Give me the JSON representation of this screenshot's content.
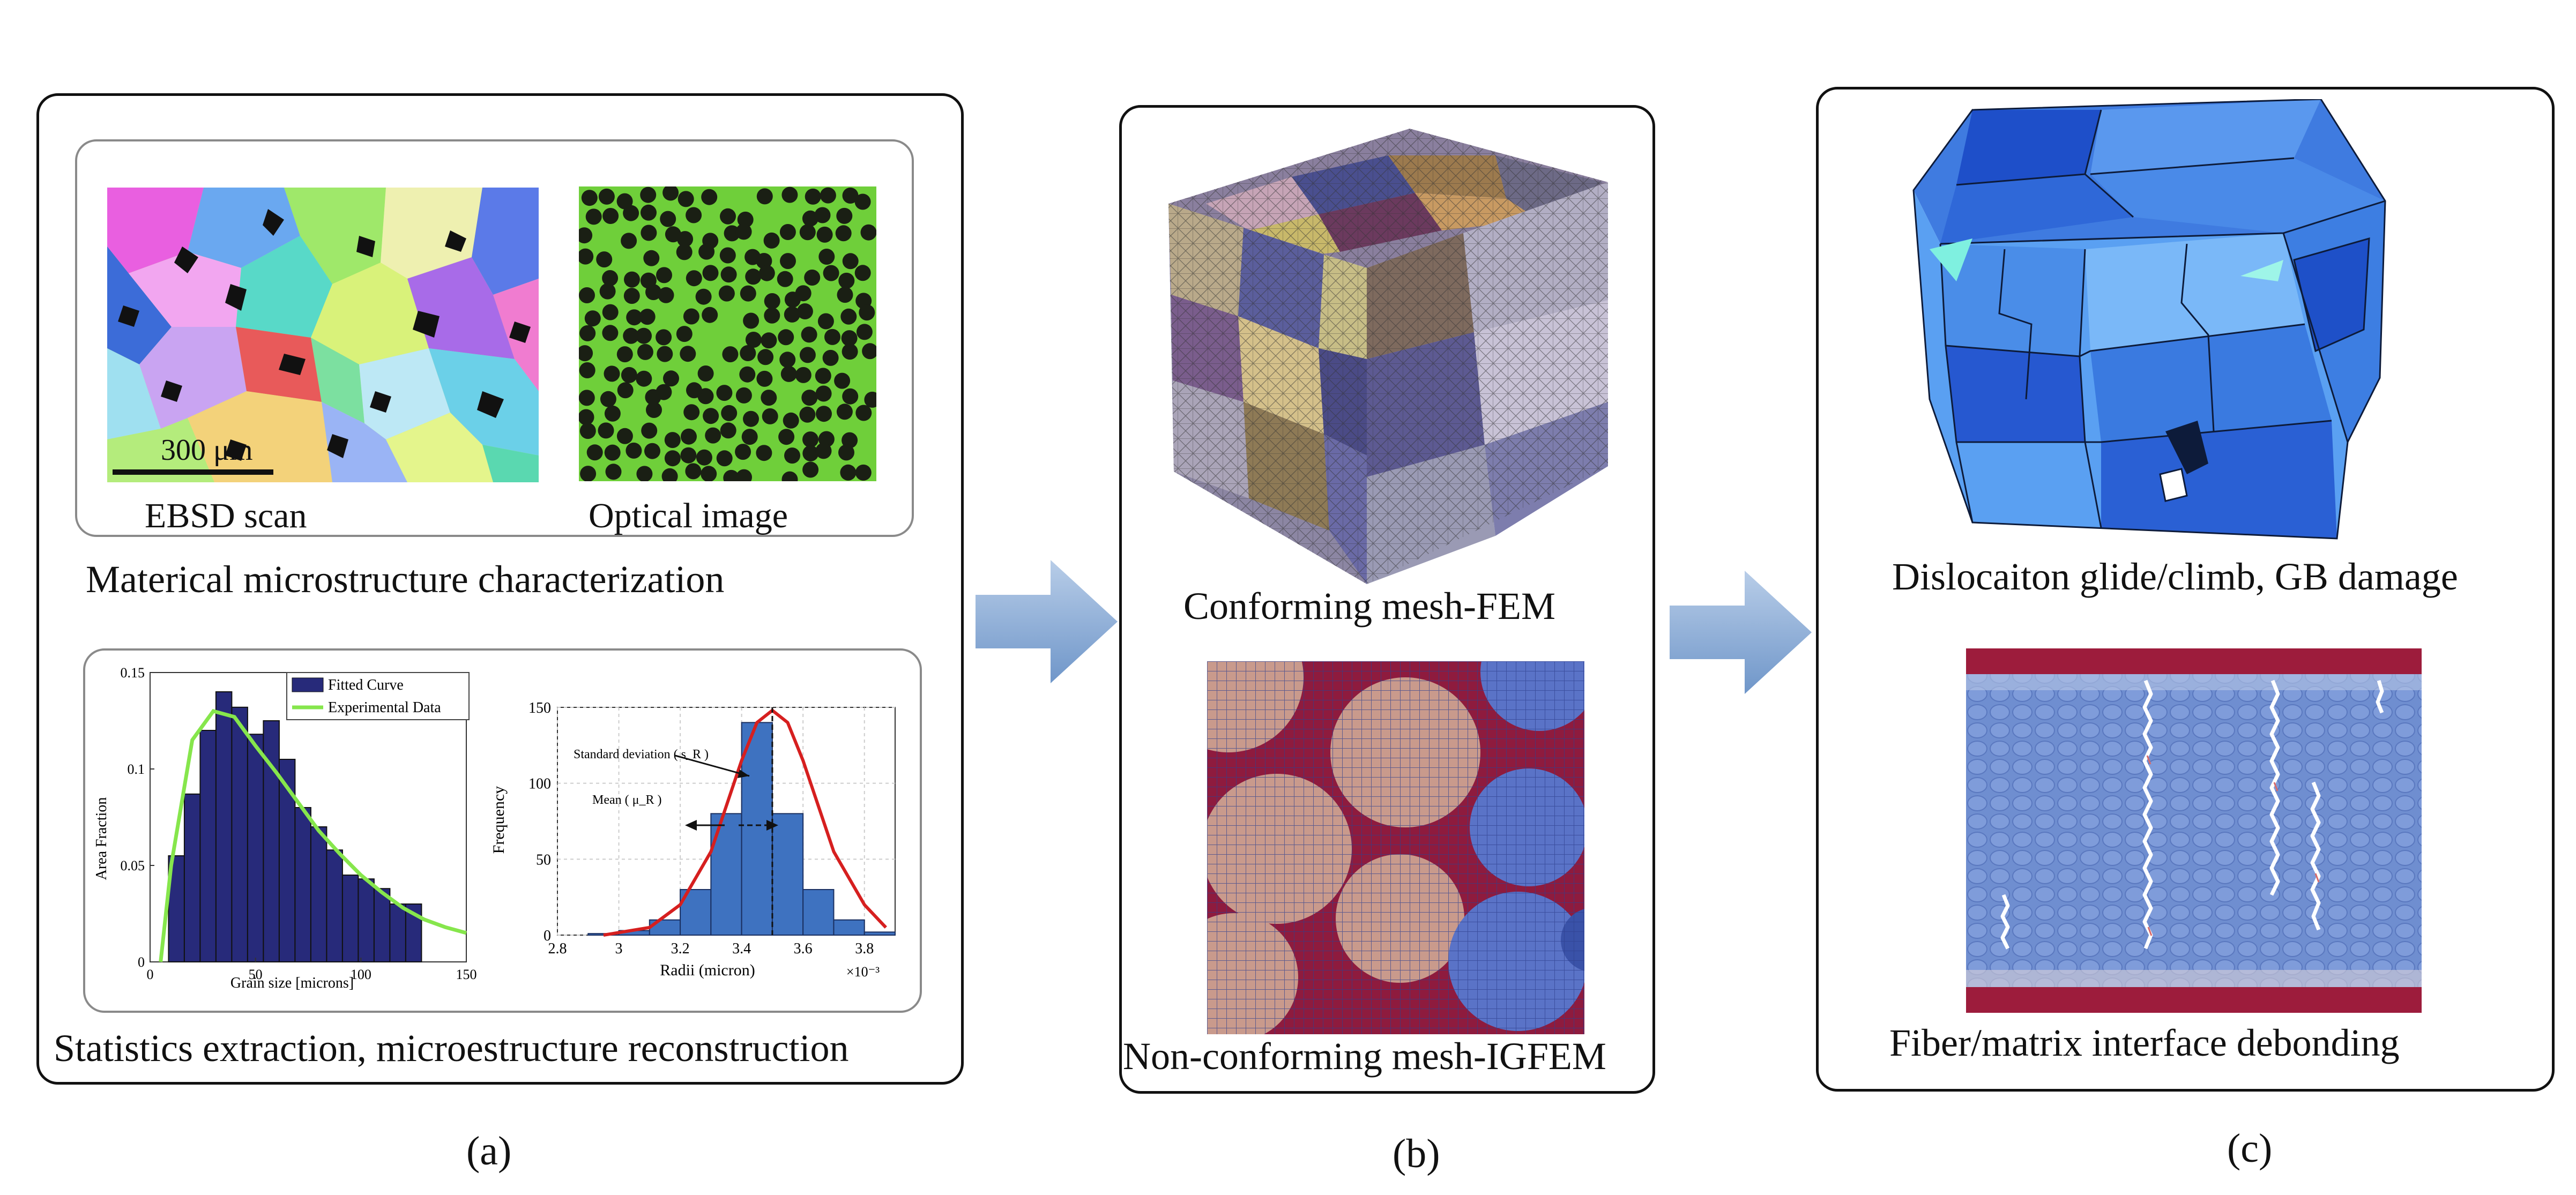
{
  "panel_a": {
    "ebsd_caption": "EBSD scan",
    "scale_bar_label": "300 μm",
    "optical_caption": "Optical image",
    "characterization_caption": "Materical microstructure characterization",
    "reconstruction_caption": "Statistics extraction, microestructure reconstruction",
    "hist1": {
      "legend": [
        "Fitted Curve",
        "Experimental Data"
      ],
      "ylabel": "Area Fraction",
      "xlabel": "Grain size [microns]",
      "yticks": [
        "0",
        "0.05",
        "0.1",
        "0.15"
      ],
      "xticks": [
        "0",
        "50",
        "100",
        "150"
      ],
      "colors": {
        "bars": "#272a7a",
        "curve": "#86e64c"
      }
    },
    "hist2": {
      "ylabel": "Frequency",
      "xlabel": "Radii (micron)",
      "yticks": [
        "0",
        "50",
        "100",
        "150"
      ],
      "xticks": [
        "2.8",
        "3",
        "3.2",
        "3.4",
        "3.6",
        "3.8"
      ],
      "multiplier": "×10⁻³",
      "annotation_std": "Standard deviation ( s_R )",
      "annotation_mean": "Mean ( μ_R )",
      "colors": {
        "bars": "#3e72c0",
        "curve": "#d61f1f"
      }
    },
    "panel_label": "(a)"
  },
  "panel_b": {
    "conforming_caption": "Conforming mesh-FEM",
    "nonconforming_caption": "Non-conforming mesh-IGFEM",
    "panel_label": "(b)"
  },
  "panel_c": {
    "dislocation_caption": "Dislocaiton glide/climb, GB damage",
    "debonding_caption": "Fiber/matrix interface debonding",
    "panel_label": "(c)"
  },
  "chart_data": [
    {
      "type": "bar",
      "xlabel": "Grain size [microns]",
      "ylabel": "Area Fraction",
      "xlim": [
        0,
        150
      ],
      "ylim": [
        0,
        0.15
      ],
      "legend": [
        "Fitted Curve",
        "Experimental Data"
      ],
      "bar_centers": [
        12.5,
        20,
        27.5,
        35,
        42.5,
        50,
        57.5,
        65,
        72.5,
        80,
        87.5,
        95,
        102.5,
        110,
        117.5,
        125
      ],
      "values": [
        0.055,
        0.087,
        0.12,
        0.14,
        0.132,
        0.118,
        0.125,
        0.105,
        0.08,
        0.07,
        0.058,
        0.045,
        0.043,
        0.038,
        0.03,
        0.03
      ],
      "curve_x": [
        5,
        10,
        20,
        30,
        40,
        50,
        60,
        70,
        80,
        90,
        100,
        110,
        120,
        130,
        140,
        150
      ],
      "curve_y": [
        0.0,
        0.05,
        0.115,
        0.13,
        0.127,
        0.112,
        0.098,
        0.083,
        0.068,
        0.056,
        0.045,
        0.036,
        0.028,
        0.022,
        0.018,
        0.015
      ]
    },
    {
      "type": "bar",
      "xlabel": "Radii (micron)",
      "ylabel": "Frequency",
      "xlim": [
        2.8,
        3.9
      ],
      "ylim": [
        0,
        150
      ],
      "x_multiplier": "×10⁻³",
      "bar_centers": [
        2.95,
        3.05,
        3.15,
        3.25,
        3.35,
        3.45,
        3.55,
        3.65,
        3.75,
        3.85
      ],
      "values": [
        1,
        3,
        10,
        30,
        80,
        140,
        80,
        30,
        10,
        2
      ],
      "curve_x": [
        2.95,
        3.1,
        3.2,
        3.3,
        3.4,
        3.45,
        3.5,
        3.55,
        3.6,
        3.7,
        3.8,
        3.87
      ],
      "curve_y": [
        0,
        5,
        20,
        55,
        115,
        140,
        148,
        140,
        115,
        55,
        20,
        5
      ]
    }
  ]
}
